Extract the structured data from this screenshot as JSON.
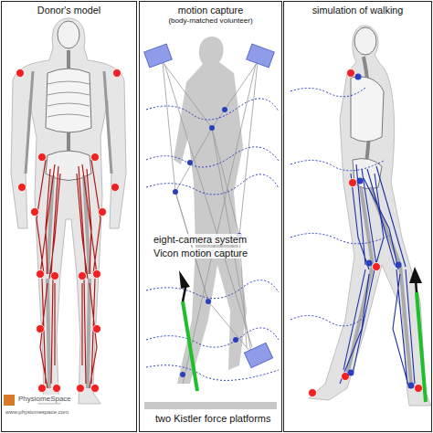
{
  "diagram": {
    "nodes": [
      {
        "text": [
          "Donor's model"
        ]
      },
      {
        "text": [
          "motion capture",
          "(body-matched volunteer)"
        ]
      },
      {
        "text": [
          "simulation of walking"
        ]
      }
    ],
    "labels": [
      "eight-camera system",
      "Vicon motion capture",
      "two Kistler force platforms",
      "PhysiomeSpace",
      "www.physiomespace.com"
    ]
  }
}
